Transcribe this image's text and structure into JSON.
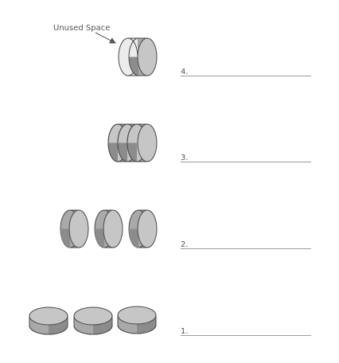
{
  "callout": {
    "text": "Unused Space"
  },
  "steps": [
    {
      "label": "4."
    },
    {
      "label": "3."
    },
    {
      "label": "2."
    },
    {
      "label": "1."
    }
  ],
  "colors": {
    "coin_face": "#c6c6c6",
    "coin_rim": "#a9a9a9",
    "coin_shadow": "#8c8c8c",
    "coin_highlight": "#ececec",
    "outline": "#4a4a4a",
    "line": "#9a9a9a",
    "text": "#555555"
  }
}
